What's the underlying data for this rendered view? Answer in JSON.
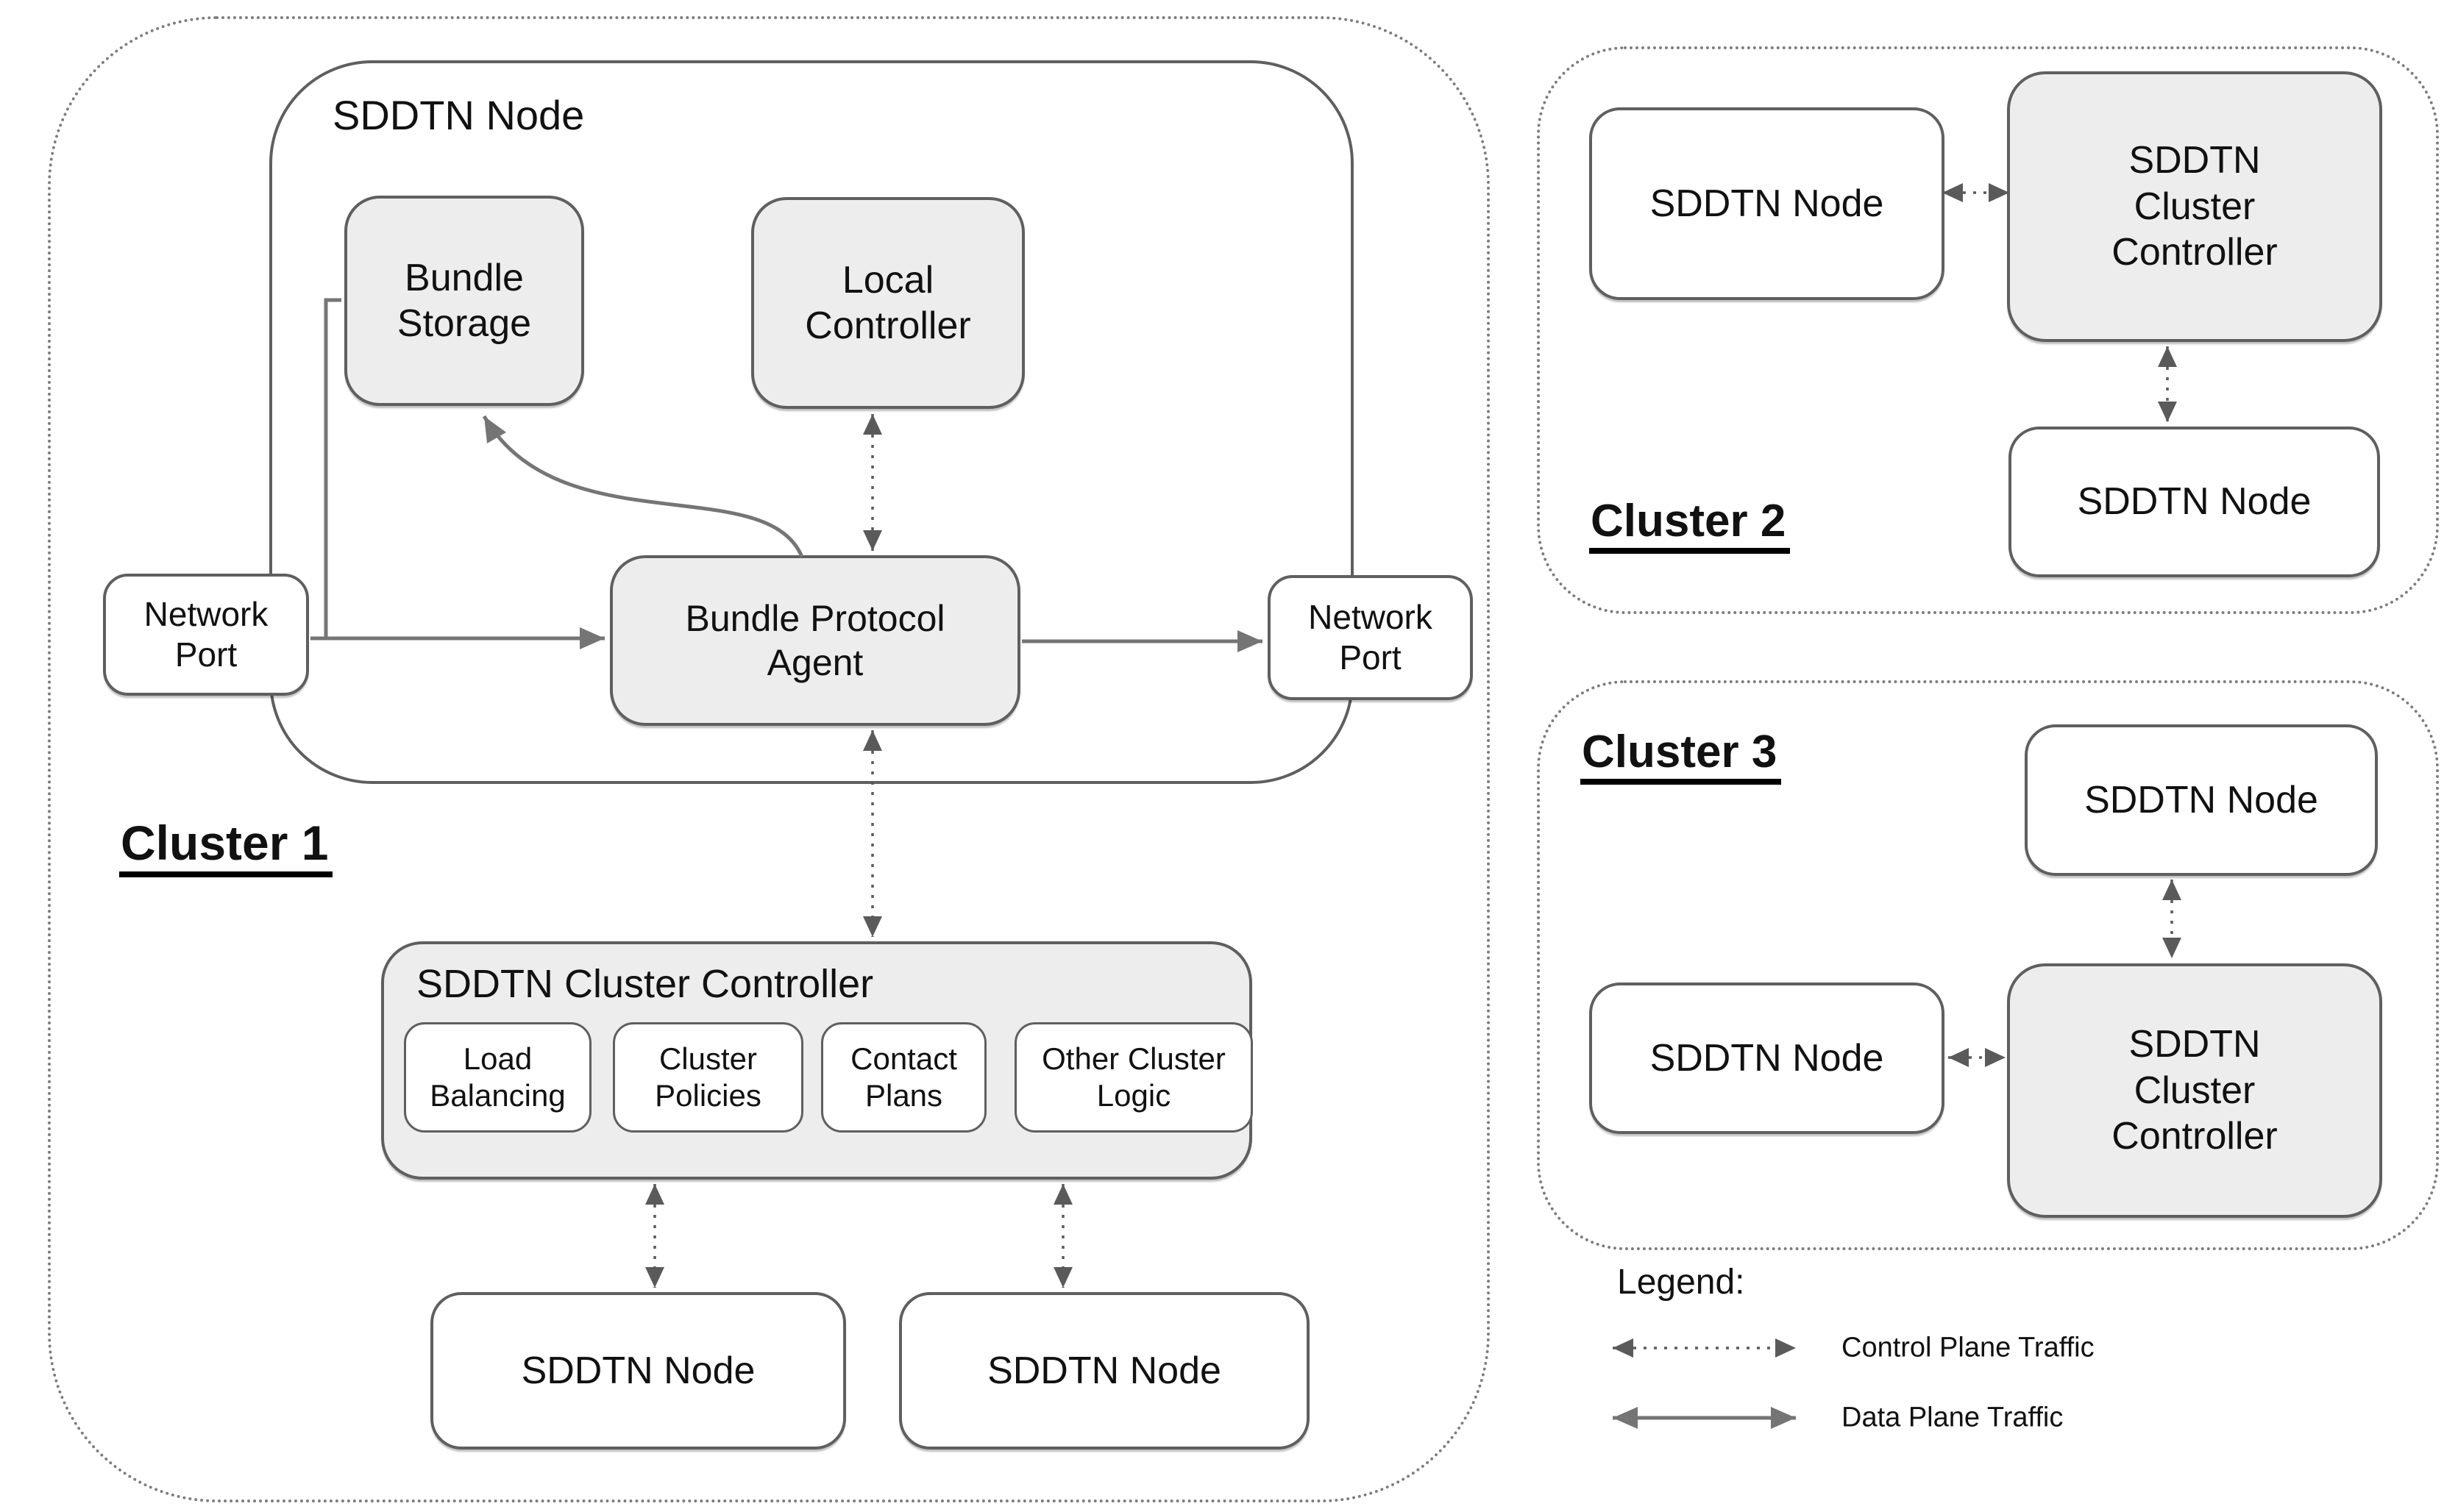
{
  "colors": {
    "box_fill": "#ededed",
    "box_border": "#5f5f5f",
    "data_arrow": "#757575",
    "control_arrow": "#5a5a5a",
    "dotted_border": "#7d7d7d",
    "text": "#111111"
  },
  "cluster1": {
    "label": "Cluster 1",
    "node_title": "SDDTN Node",
    "bundle_storage": "Bundle Storage",
    "local_controller": "Local Controller",
    "bundle_protocol_agent": "Bundle Protocol Agent",
    "network_port_left": "Network Port",
    "network_port_right": "Network Port",
    "controller_title": "SDDTN Cluster Controller",
    "modules": [
      "Load Balancing",
      "Cluster Policies",
      "Contact Plans",
      "Other Cluster Logic"
    ],
    "member_node_1": "SDDTN Node",
    "member_node_2": "SDDTN Node"
  },
  "cluster2": {
    "label": "Cluster 2",
    "node_a": "SDDTN Node",
    "controller": "SDDTN Cluster Controller",
    "node_b": "SDDTN Node"
  },
  "cluster3": {
    "label": "Cluster 3",
    "node_a": "SDDTN Node",
    "controller": "SDDTN Cluster Controller",
    "node_b": "SDDTN Node"
  },
  "legend": {
    "title": "Legend:",
    "control_label": "Control Plane Traffic",
    "data_label": "Data Plane Traffic"
  }
}
